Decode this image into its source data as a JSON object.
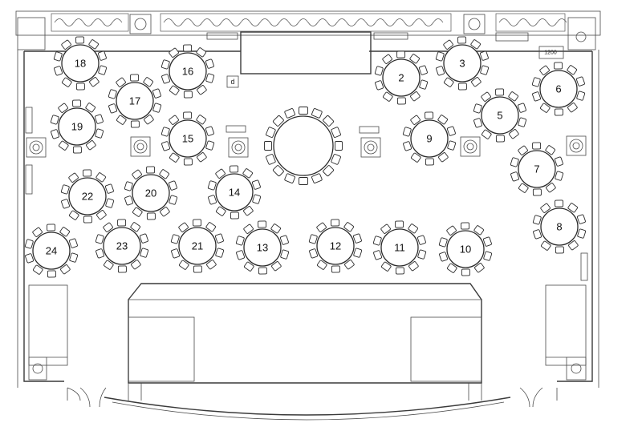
{
  "plan": {
    "small_box_label": "d",
    "corner_label": "1200",
    "head_table": {
      "chairs": 16
    },
    "tables": [
      {
        "label": "18",
        "chairs": 10
      },
      {
        "label": "16",
        "chairs": 10
      },
      {
        "label": "2",
        "chairs": 10
      },
      {
        "label": "3",
        "chairs": 10
      },
      {
        "label": "6",
        "chairs": 10
      },
      {
        "label": "17",
        "chairs": 10
      },
      {
        "label": "5",
        "chairs": 10
      },
      {
        "label": "19",
        "chairs": 10
      },
      {
        "label": "15",
        "chairs": 10
      },
      {
        "label": "9",
        "chairs": 10
      },
      {
        "label": "7",
        "chairs": 10
      },
      {
        "label": "22",
        "chairs": 10
      },
      {
        "label": "20",
        "chairs": 10
      },
      {
        "label": "14",
        "chairs": 10
      },
      {
        "label": "8",
        "chairs": 10
      },
      {
        "label": "24",
        "chairs": 10
      },
      {
        "label": "23",
        "chairs": 10
      },
      {
        "label": "21",
        "chairs": 10
      },
      {
        "label": "13",
        "chairs": 10
      },
      {
        "label": "12",
        "chairs": 10
      },
      {
        "label": "11",
        "chairs": 10
      },
      {
        "label": "10",
        "chairs": 10
      }
    ]
  }
}
